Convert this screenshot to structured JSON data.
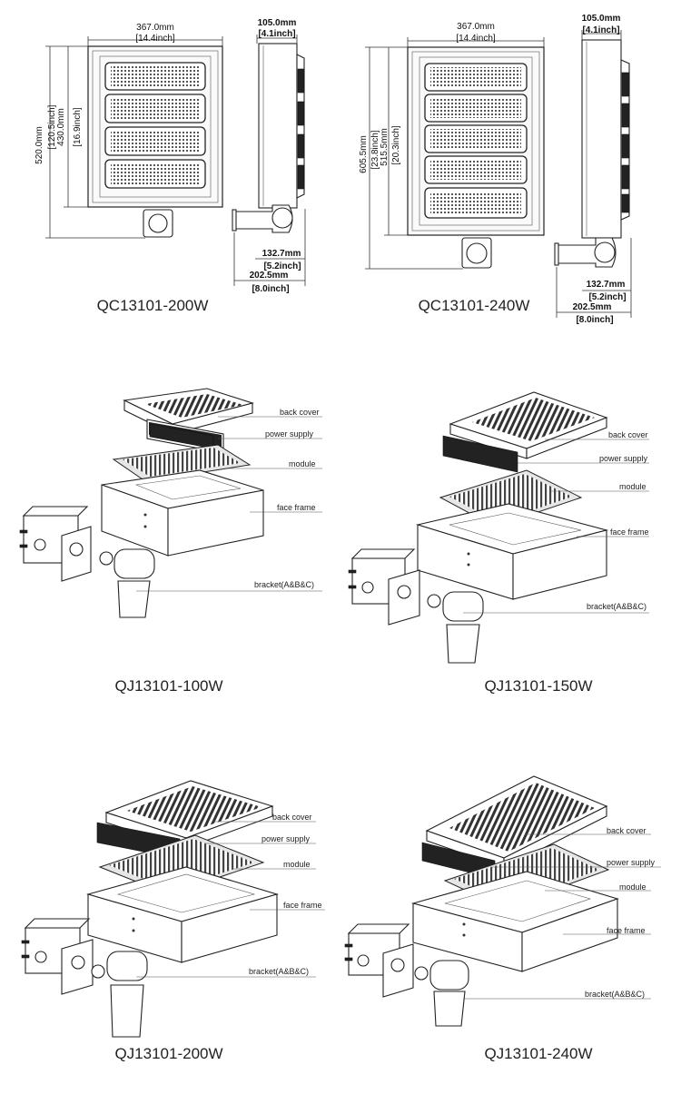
{
  "top_left": {
    "caption": "QC13101-200W",
    "width_mm": "367.0mm",
    "width_in": "[14.4inch]",
    "depth_mm": "105.0mm",
    "depth_in": "[4.1inch]",
    "height_total_mm": "520.0mm",
    "height_total_in": "[120.5inch]",
    "height_body_mm": "430.0mm",
    "height_body_in": "[16.9inch]",
    "bracket_mm": "132.7mm",
    "bracket_in": "[5.2inch]",
    "overall_mm": "202.5mm",
    "overall_in": "[8.0inch]"
  },
  "top_right": {
    "caption": "QC13101-240W",
    "width_mm": "367.0mm",
    "width_in": "[14.4inch]",
    "depth_mm": "105.0mm",
    "depth_in": "[4.1inch]",
    "height_total_mm": "605.5mm",
    "height_total_in": "[23.8inch]",
    "height_body_mm": "515.5mm",
    "height_body_in": "[20.3inch]",
    "bracket_mm": "132.7mm",
    "bracket_in": "[5.2inch]",
    "overall_mm": "202.5mm",
    "overall_in": "[8.0inch]"
  },
  "parts": {
    "back_cover": "back cover",
    "power_supply": "power supply",
    "module": "module",
    "face_frame": "face frame",
    "bracket": "bracket(A&B&C)"
  },
  "captions": {
    "qj100": "QJ13101-100W",
    "qj150": "QJ13101-150W",
    "qj200": "QJ13101-200W",
    "qj240": "QJ13101-240W"
  }
}
